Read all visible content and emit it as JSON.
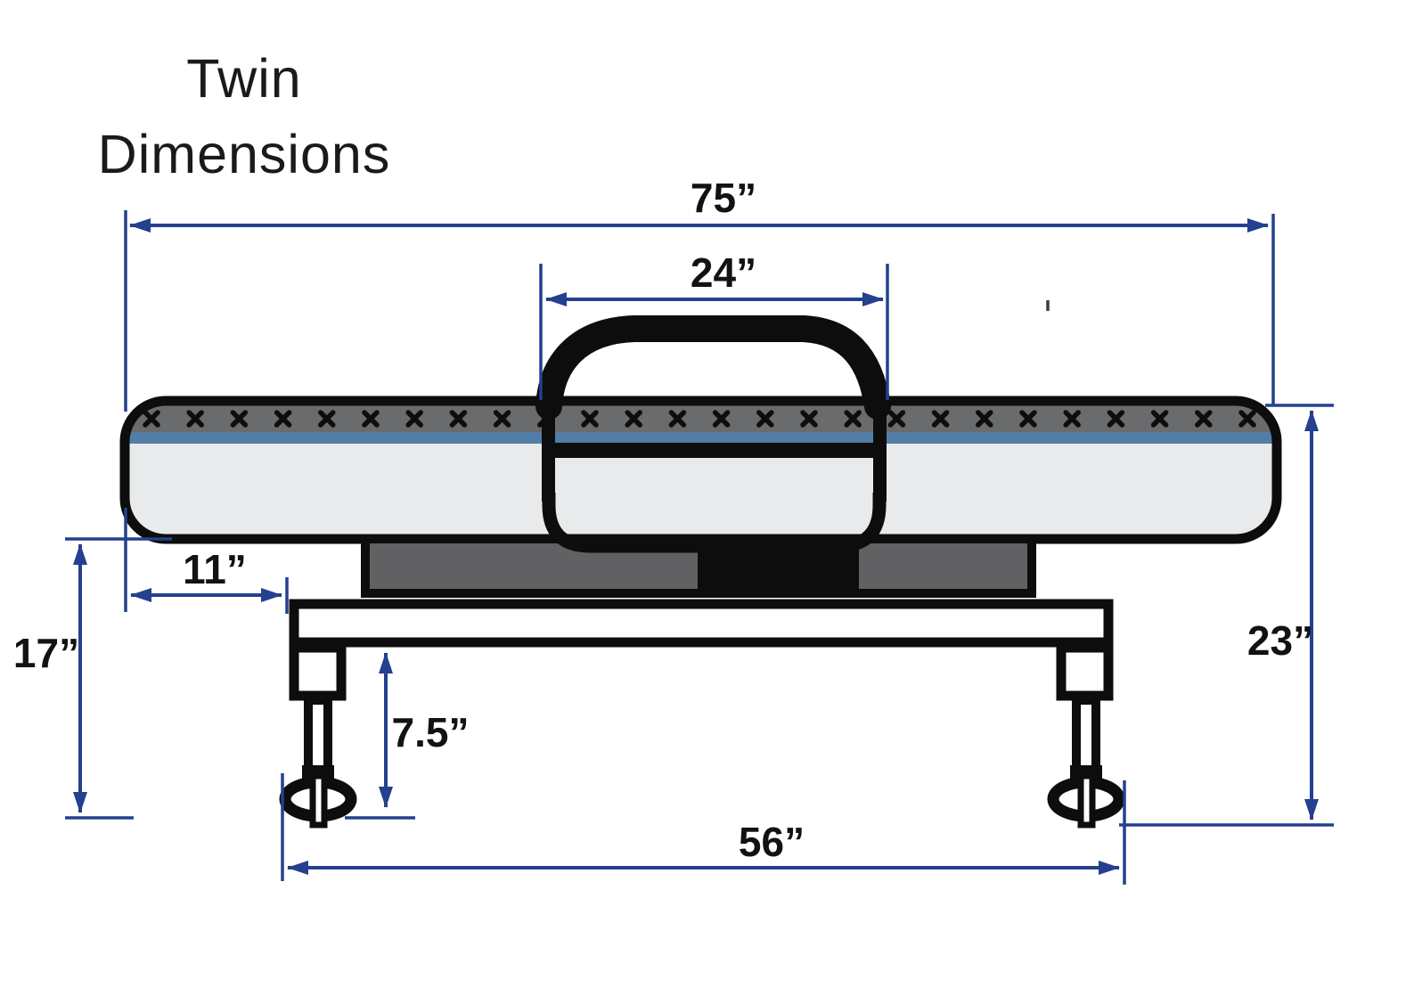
{
  "title": {
    "line1": "Twin",
    "line2": "Dimensions"
  },
  "measurements": {
    "overall_length": {
      "label": "75”",
      "inches": 75
    },
    "handle_width": {
      "label": "24”",
      "inches": 24
    },
    "side_to_leg_offset": {
      "label": "11”",
      "inches": 11
    },
    "underside_height": {
      "label": "17”",
      "inches": 17
    },
    "leg_height": {
      "label": "7.5”",
      "inches": 7.5
    },
    "overall_height": {
      "label": "23”",
      "inches": 23
    },
    "leg_span": {
      "label": "56”",
      "inches": 56
    }
  },
  "colors": {
    "page": "#ffffff",
    "dim": "#24408f",
    "ink": "#0d0d0d",
    "label": "#121212",
    "white": "#ffffff",
    "mattress": "#e9eaeb",
    "band": "#6a6b6d",
    "stripe": "#527ea5",
    "platform": "#616163"
  }
}
